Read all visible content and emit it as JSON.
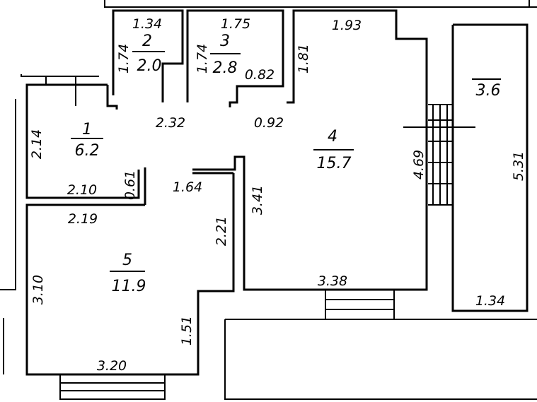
{
  "rooms": [
    {
      "id": "1",
      "number": "1",
      "area": "6.2"
    },
    {
      "id": "2",
      "number": "2",
      "area": "2.0"
    },
    {
      "id": "3",
      "number": "3",
      "area": "2.8"
    },
    {
      "id": "4",
      "number": "4",
      "area": "15.7"
    },
    {
      "id": "5",
      "number": "5",
      "area": "11.9"
    },
    {
      "id": "balcony",
      "number": "",
      "area": "3.6"
    }
  ],
  "dimensions": {
    "room2_width": "1.34",
    "room2_height": "1.74",
    "room3_width": "1.75",
    "room3_height": "1.74",
    "room3_partition": "0.82",
    "room4_top": "1.93",
    "room4_left_upper": "1.81",
    "corridor_width": "2.32",
    "corridor_gap": "0.92",
    "room1_height": "2.14",
    "room1_width": "2.10",
    "room1_niche": "0.61",
    "room4_height": "4.69",
    "room4_left": "3.41",
    "corridor_bottom": "1.64",
    "room5_top": "2.19",
    "room5_right": "2.21",
    "room5_left": "3.10",
    "room5_lower_right": "1.51",
    "room5_bottom": "3.20",
    "room4_bottom": "3.38",
    "balcony_height": "5.31",
    "balcony_width": "1.34"
  }
}
